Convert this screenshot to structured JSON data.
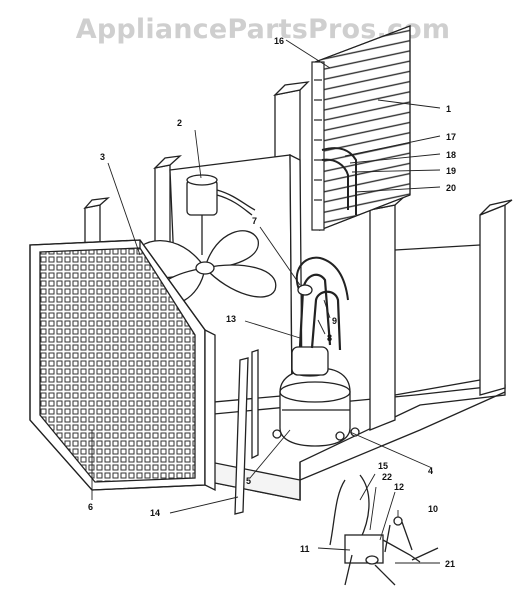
{
  "watermark": "AppliancePartsPros.com",
  "callouts": [
    {
      "id": "1",
      "label": "1"
    },
    {
      "id": "2",
      "label": "2"
    },
    {
      "id": "3",
      "label": "3"
    },
    {
      "id": "4",
      "label": "4"
    },
    {
      "id": "5",
      "label": "5"
    },
    {
      "id": "6",
      "label": "6"
    },
    {
      "id": "7",
      "label": "7"
    },
    {
      "id": "8",
      "label": "8"
    },
    {
      "id": "9",
      "label": "9"
    },
    {
      "id": "10",
      "label": "10"
    },
    {
      "id": "11",
      "label": "11"
    },
    {
      "id": "12",
      "label": "12"
    },
    {
      "id": "13",
      "label": "13"
    },
    {
      "id": "14",
      "label": "14"
    },
    {
      "id": "15",
      "label": "15"
    },
    {
      "id": "17",
      "label": "17"
    },
    {
      "id": "18",
      "label": "18"
    },
    {
      "id": "19",
      "label": "19"
    },
    {
      "id": "20",
      "label": "20"
    },
    {
      "id": "21",
      "label": "21"
    },
    {
      "id": "22",
      "label": "22"
    }
  ]
}
